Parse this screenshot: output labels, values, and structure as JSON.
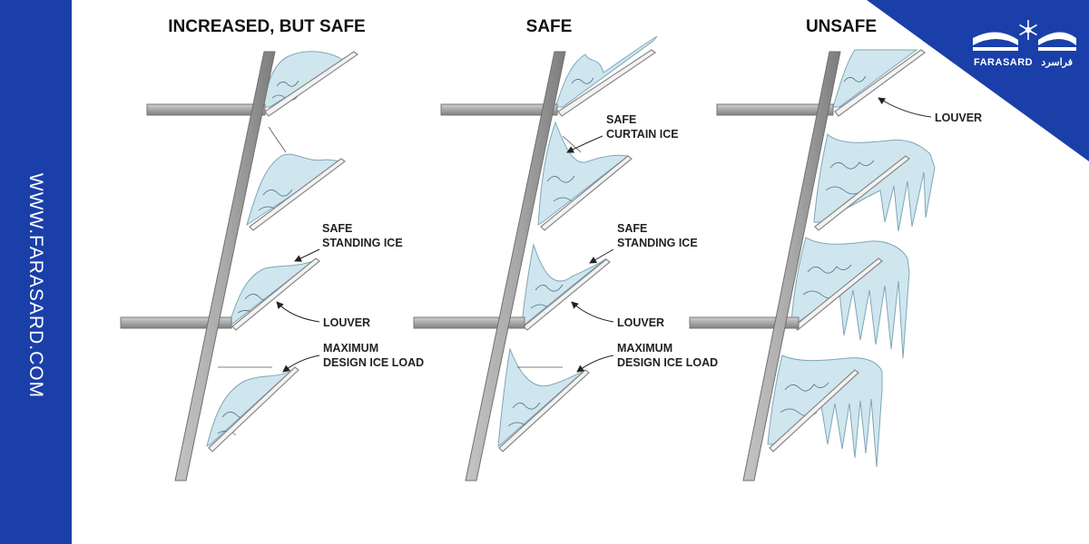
{
  "sidebar": {
    "url": "WWW.FARASARD.COM"
  },
  "logo": {
    "text_latin": "FARASARD",
    "text_persian": "فراسرد",
    "icon": "snowflake-icon"
  },
  "colors": {
    "brand_blue": "#1a3fa9",
    "ice_fill": "#cfe6ef",
    "ice_stroke": "#7fa6b7",
    "frame_gray": "#9a9a9a"
  },
  "panels": [
    {
      "title": "INCREASED, BUT SAFE",
      "labels": {
        "standing_ice": [
          "SAFE",
          "STANDING ICE"
        ],
        "louver": "LOUVER",
        "max_load": [
          "MAXIMUM",
          "DESIGN ICE LOAD"
        ]
      }
    },
    {
      "title": "SAFE",
      "labels": {
        "curtain_ice": [
          "SAFE",
          "CURTAIN ICE"
        ],
        "standing_ice": [
          "SAFE",
          "STANDING ICE"
        ],
        "louver": "LOUVER",
        "max_load": [
          "MAXIMUM",
          "DESIGN ICE LOAD"
        ]
      }
    },
    {
      "title": "UNSAFE",
      "labels": {
        "louver": "LOUVER"
      }
    }
  ]
}
